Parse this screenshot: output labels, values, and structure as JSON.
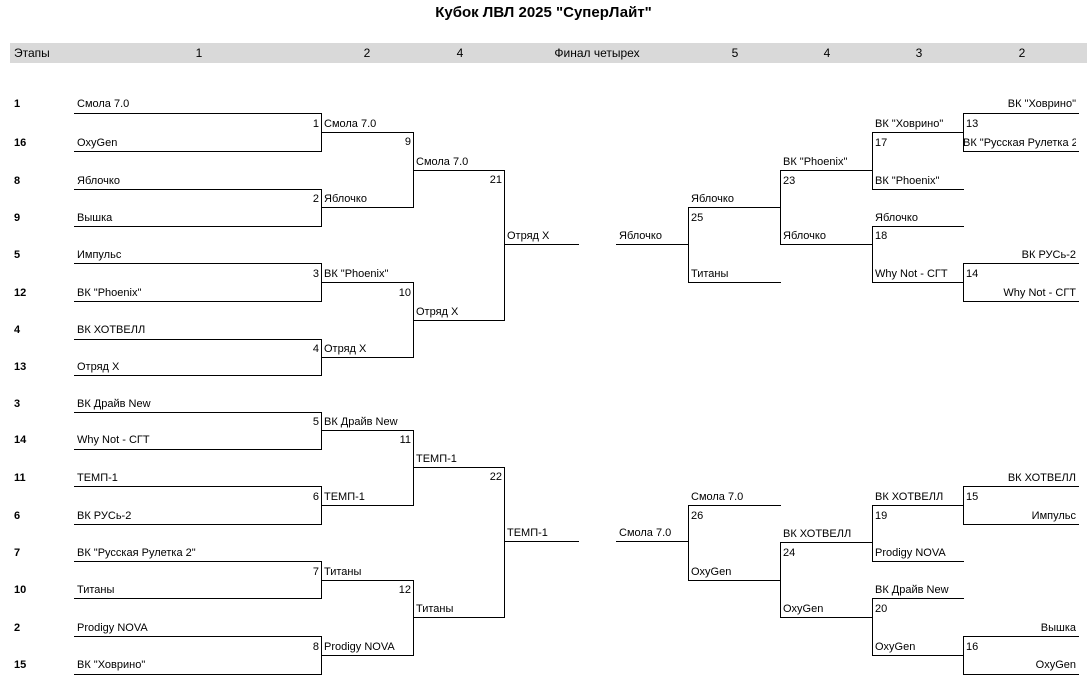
{
  "title": "Кубок ЛВЛ 2025  \"СуперЛайт\"",
  "stages": {
    "label": "Этапы",
    "s1": "1",
    "s2": "2",
    "s3": "4",
    "final": "Финал четырех",
    "s5": "5",
    "s6": "4",
    "s7": "3",
    "s8": "2"
  },
  "seeds": [
    "1",
    "16",
    "8",
    "9",
    "5",
    "12",
    "4",
    "13",
    "3",
    "14",
    "11",
    "6",
    "7",
    "10",
    "2",
    "15"
  ],
  "round1": [
    "Смола 7.0",
    "OxyGen",
    "Яблочко",
    "Вышка",
    "Импульс",
    "ВК \"Phoenix\"",
    "ВК ХОТВЕЛЛ",
    "Отряд X",
    "ВК Драйв New",
    "Why Not - СГТ",
    "ТЕМП-1",
    "ВК РУСь-2",
    "ВК \"Русская Рулетка 2\"",
    "Титаны",
    "Prodigy NOVA",
    "ВК \"Ховрино\""
  ],
  "round2": [
    "Смола 7.0",
    "Яблочко",
    "ВК \"Phoenix\"",
    "Отряд X",
    "ВК Драйв New",
    "ТЕМП-1",
    "Титаны",
    "Prodigy NOVA"
  ],
  "round2_nums": [
    "1",
    "2",
    "3",
    "4",
    "5",
    "6",
    "7",
    "8"
  ],
  "round3": [
    "Смола 7.0",
    "Отряд X",
    "ТЕМП-1",
    "Титаны"
  ],
  "round3_nums": [
    "9",
    "10",
    "11",
    "12"
  ],
  "round4": [
    "Отряд X",
    "ТЕМП-1"
  ],
  "round4_nums": [
    "21",
    "22"
  ],
  "final4": {
    "top": "Яблочко",
    "bottom": "Смола 7.0"
  },
  "r5": {
    "top_a": "Яблочко",
    "top_b": "Титаны",
    "top_num": "25",
    "bot_a": "Смола 7.0",
    "bot_b": "OxyGen",
    "bot_num": "26"
  },
  "r6": {
    "a": "ВК \"Phoenix\"",
    "b": "Яблочко",
    "num_a": "23",
    "c": "ВК ХОТВЕЛЛ",
    "d": "OxyGen",
    "num_c": "24"
  },
  "r7": [
    {
      "a": "ВК \"Ховрино\"",
      "b": "ВК \"Phoenix\"",
      "num": "17"
    },
    {
      "a": "Яблочко",
      "b": "Why Not - СГТ",
      "num": "18"
    },
    {
      "a": "ВК ХОТВЕЛЛ",
      "b": "Prodigy NOVA",
      "num": "19"
    },
    {
      "a": "ВК Драйв New",
      "b": "OxyGen",
      "num": "20"
    }
  ],
  "r8": [
    {
      "a": "ВК \"Ховрино\"",
      "b": "ВК \"Русская Рулетка 2\"",
      "num": "13"
    },
    {
      "a": "ВК РУСь-2",
      "b": "Why Not - СГТ",
      "num": "14"
    },
    {
      "a": "ВК ХОТВЕЛЛ",
      "b": "Импульс",
      "num": "15"
    },
    {
      "a": "Вышка",
      "b": "OxyGen",
      "num": "16"
    }
  ]
}
